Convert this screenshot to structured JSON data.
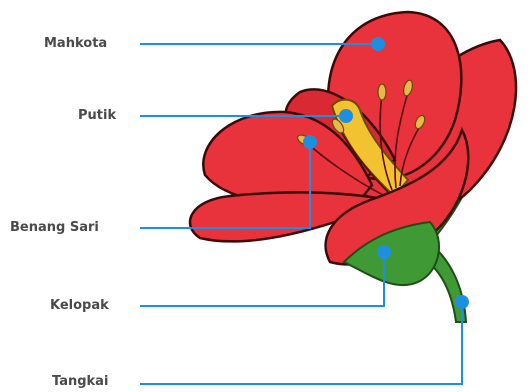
{
  "labels": {
    "mahkota": "Mahkota",
    "putik": "Putik",
    "benang_sari": "Benang Sari",
    "kelopak": "Kelopak",
    "tangkai": "Tangkai"
  },
  "colors": {
    "petal": "#e8323c",
    "petal_dark": "#b81e28",
    "petal_highlight": "#f46a6e",
    "outline": "#3a0a0a",
    "pistil": "#f2c230",
    "sepal": "#3f9a35",
    "stem": "#3f9a35",
    "leader_line": "#1e8fe0"
  }
}
